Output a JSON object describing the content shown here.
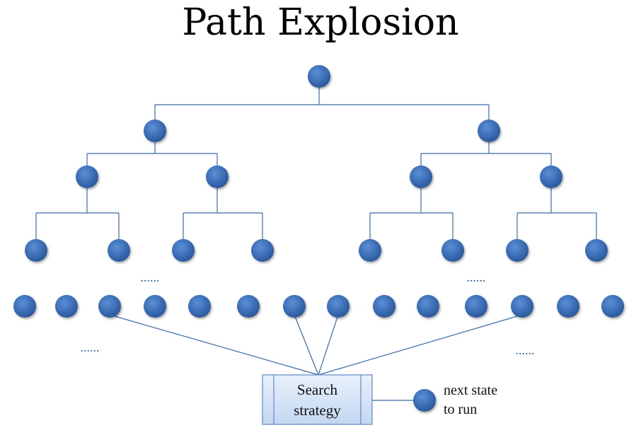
{
  "title": "Path Explosion",
  "ellipsis_mark": "......",
  "search_box": {
    "line1": "Search",
    "line2": "strategy"
  },
  "output_label": {
    "line1": "next state",
    "line2": "to run"
  },
  "colors": {
    "node_fill": "#3a6cb4",
    "node_stroke": "#2c5694",
    "edge": "#3b6aa8",
    "box_fill": "#d6e4f7",
    "box_stroke": "#6b8fc7",
    "ellipsis": "#2f63ad"
  }
}
